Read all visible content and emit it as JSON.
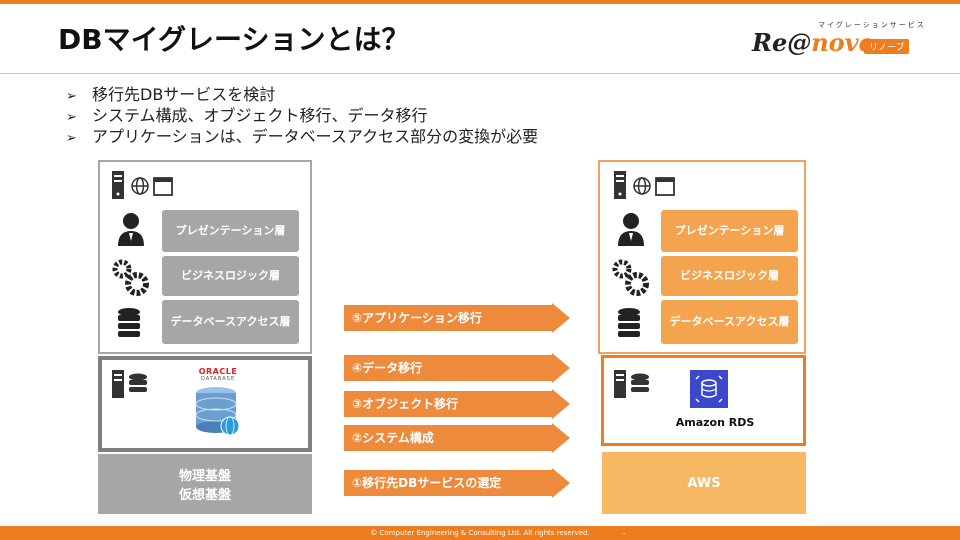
{
  "title": "DBマイグレーションとは？",
  "logo": {
    "subtitle": "マイグレーションサービス",
    "brand_prefix": "Re@",
    "brand_suffix": "nove",
    "badge": "リノーブ"
  },
  "bullets": [
    "移行先DBサービスを検討",
    "システム構成、オブジェクト移行、データ移行",
    "アプリケーションは、データベースアクセス部分の変換が必要"
  ],
  "left": {
    "layers": [
      "プレゼンテーション層",
      "ビジネスロジック層",
      "データベースアクセス層"
    ],
    "oracle_brand": "ORACLE",
    "oracle_sub": "DATABASE",
    "base_line1": "物理基盤",
    "base_line2": "仮想基盤"
  },
  "right": {
    "layers": [
      "プレゼンテーション層",
      "ビジネスロジック層",
      "データベースアクセス層"
    ],
    "rds_label": "Amazon RDS",
    "base": "AWS"
  },
  "arrows": [
    "⑤アプリケーション移行",
    "④データ移行",
    "③オブジェクト移行",
    "②システム構成",
    "①移行先DBサービスの選定"
  ],
  "footer": "© Computer Engineering & Consulting Ltd. All rights reserved.",
  "colors": {
    "accent": "#ee7d1f",
    "grey": "#a6a6a6",
    "light_orange": "#f4a44e",
    "rds_blue": "#3b48cc"
  }
}
